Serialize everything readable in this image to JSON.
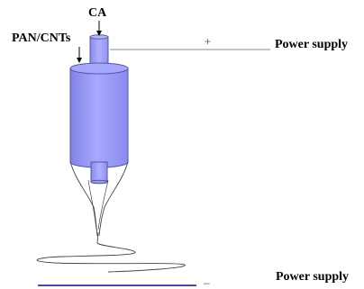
{
  "labels": {
    "core": "CA",
    "shell": "PAN/CNTs",
    "supply_top": "Power supply",
    "supply_bottom": "Power supply",
    "plus": "+",
    "minus": "–"
  },
  "colors": {
    "nozzle_fill": "#9999ff",
    "nozzle_stroke": "#555599",
    "collector": "#4a4aa0",
    "wire": "#8a8a8a",
    "jet": "#444444",
    "text": "#000000"
  }
}
